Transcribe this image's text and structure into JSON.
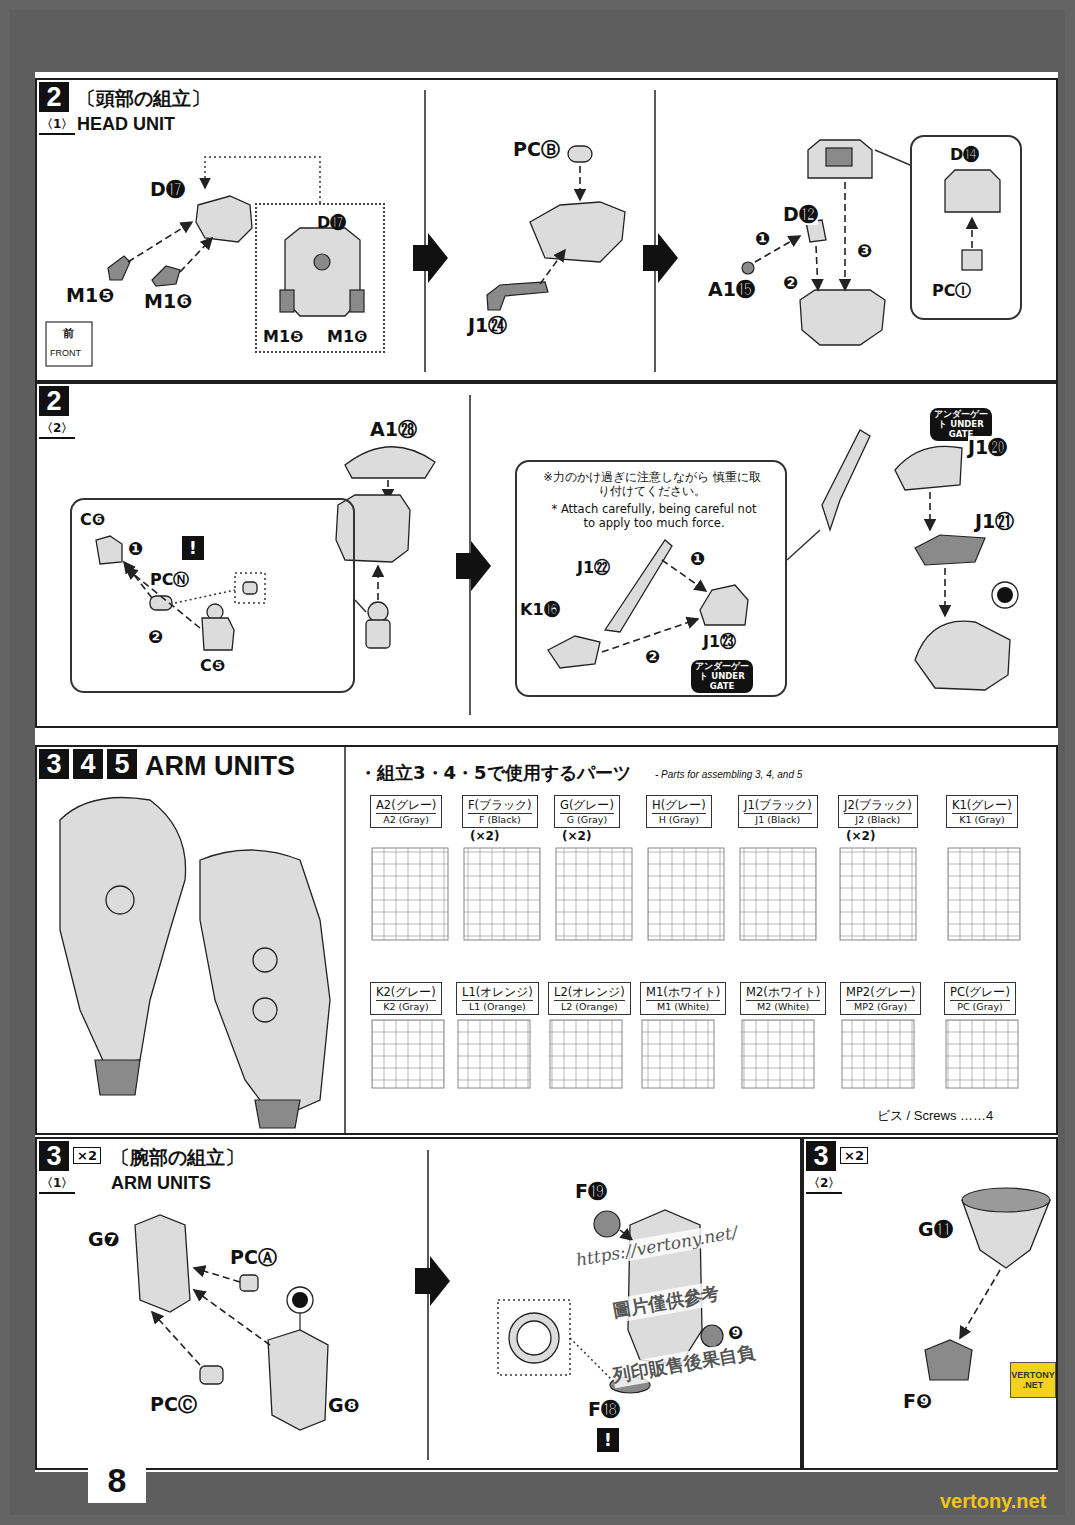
{
  "diagram": {
    "nodes": [
      {
        "text": [
          "2",
          "〈1〉",
          "〔頭部の組立〕",
          "HEAD UNIT"
        ]
      },
      {
        "text": [
          "D⓱",
          "M1❺",
          "M1❻"
        ],
        "in": 0
      },
      {
        "text": [
          "D⓮",
          "PCⒾ"
        ],
        "in": 0
      },
      {
        "text": [
          "2",
          "〈2〉"
        ]
      },
      {
        "text": [
          "C❻",
          "❶",
          "!",
          "PCⓃ",
          "❷",
          "C❺"
        ],
        "in": 3
      },
      {
        "text": [
          "※力のかけ過ぎに注意しながら 慎重に取り付けてください。",
          "* Attach carefully, being careful not to apply too much force.",
          "J1㉒",
          "K1⓰",
          "❶",
          "❷",
          "J1㉓",
          "アンダーゲート UNDER GATE"
        ],
        "in": 3
      },
      {
        "text": [
          "3",
          "4",
          "5",
          "ARM UNITS",
          "・組立3・4・5で使用するパーツ",
          "- Parts for assembling 3, 4, and 5",
          "ビス / Screws ……4"
        ]
      },
      {
        "text": [
          "A2(グレー)",
          "A2 (Gray)"
        ],
        "in": 6
      },
      {
        "text": [
          "F(ブラック)",
          "F (Black)"
        ],
        "in": 6
      },
      {
        "text": [
          "G(グレー)",
          "G (Gray)"
        ],
        "in": 6
      },
      {
        "text": [
          "H(グレー)",
          "H (Gray)"
        ],
        "in": 6
      },
      {
        "text": [
          "J1(ブラック)",
          "J1 (Black)"
        ],
        "in": 6
      },
      {
        "text": [
          "J2(ブラック)",
          "J2 (Black)"
        ],
        "in": 6
      },
      {
        "text": [
          "K1(グレー)",
          "K1 (Gray)"
        ],
        "in": 6
      },
      {
        "text": [
          "K2(グレー)",
          "K2 (Gray)"
        ],
        "in": 6
      },
      {
        "text": [
          "L1(オレンジ)",
          "L1 (Orange)"
        ],
        "in": 6
      },
      {
        "text": [
          "L2(オレンジ)",
          "L2 (Orange)"
        ],
        "in": 6
      },
      {
        "text": [
          "M1(ホワイト)",
          "M1 (White)"
        ],
        "in": 6
      },
      {
        "text": [
          "M2(ホワイト)",
          "M2 (White)"
        ],
        "in": 6
      },
      {
        "text": [
          "MP2(グレー)",
          "MP2 (Gray)"
        ],
        "in": 6
      },
      {
        "text": [
          "PC(グレー)",
          "PC (Gray)"
        ],
        "in": 6
      },
      {
        "text": [
          "3",
          "×2",
          "〈1〉",
          "〔腕部の組立〕",
          "ARM UNITS"
        ]
      },
      {
        "text": [
          "3",
          "×2",
          "〈2〉"
        ]
      },
      {
        "text": [
          "8"
        ]
      }
    ],
    "labels": [
      "D⓱",
      "M1❺",
      "M1❻",
      "前",
      "FRONT",
      "PCⒷ",
      "J1㉔",
      "D⓬",
      "❶",
      "❷",
      "❸",
      "A1⓯",
      "A1㉘",
      "アンダーゲート UNDER GATE",
      "J1⓴",
      "J1㉑",
      "(×2)",
      "(×2)",
      "(×2)",
      "G❼",
      "PCⒶ",
      "PCⒸ",
      "G❽",
      "F⓳",
      "❾",
      "F⓲",
      "!",
      "G⓫",
      "F❾",
      "https://vertony.net/",
      "圖片僅供參考",
      "列印販售後果自負",
      "VERTONY .NET",
      "vertony.net"
    ]
  }
}
